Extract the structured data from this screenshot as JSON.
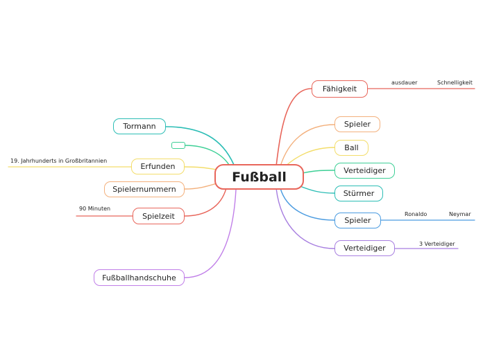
{
  "root": {
    "label": "Fußball",
    "color": "#e8655a"
  },
  "right_branches": [
    {
      "label": "Fähigkeit",
      "color": "#e8655a",
      "subs": [
        "ausdauer",
        "Schnelligkeit"
      ]
    },
    {
      "label": "Spieler",
      "color": "#f3b07c",
      "subs": []
    },
    {
      "label": "Ball",
      "color": "#f3dd6a",
      "subs": []
    },
    {
      "label": "Verteidiger",
      "color": "#3ccf95",
      "subs": []
    },
    {
      "label": "Stürmer",
      "color": "#2bbdb5",
      "subs": []
    },
    {
      "label": "Spieler",
      "color": "#4a9be0",
      "subs": [
        "Ronaldo",
        "Neymar"
      ]
    },
    {
      "label": "Verteidiger",
      "color": "#a77ee0",
      "subs": [
        "3 Verteidiger"
      ]
    }
  ],
  "left_branches": [
    {
      "label": "Tormann",
      "color": "#2bbdb5",
      "subs": []
    },
    {
      "label": "",
      "color": "#3ccf95",
      "subs": []
    },
    {
      "label": "Erfunden",
      "color": "#f3dd6a",
      "subs": [
        "19. Jahrhunderts in Großbritannien"
      ]
    },
    {
      "label": "Spielernummern",
      "color": "#f3b07c",
      "subs": []
    },
    {
      "label": "Spielzeit",
      "color": "#e8655a",
      "subs": [
        "90 Minuten"
      ]
    },
    {
      "label": "Fußballhandschuhe",
      "color": "#c07ee8",
      "subs": []
    }
  ]
}
